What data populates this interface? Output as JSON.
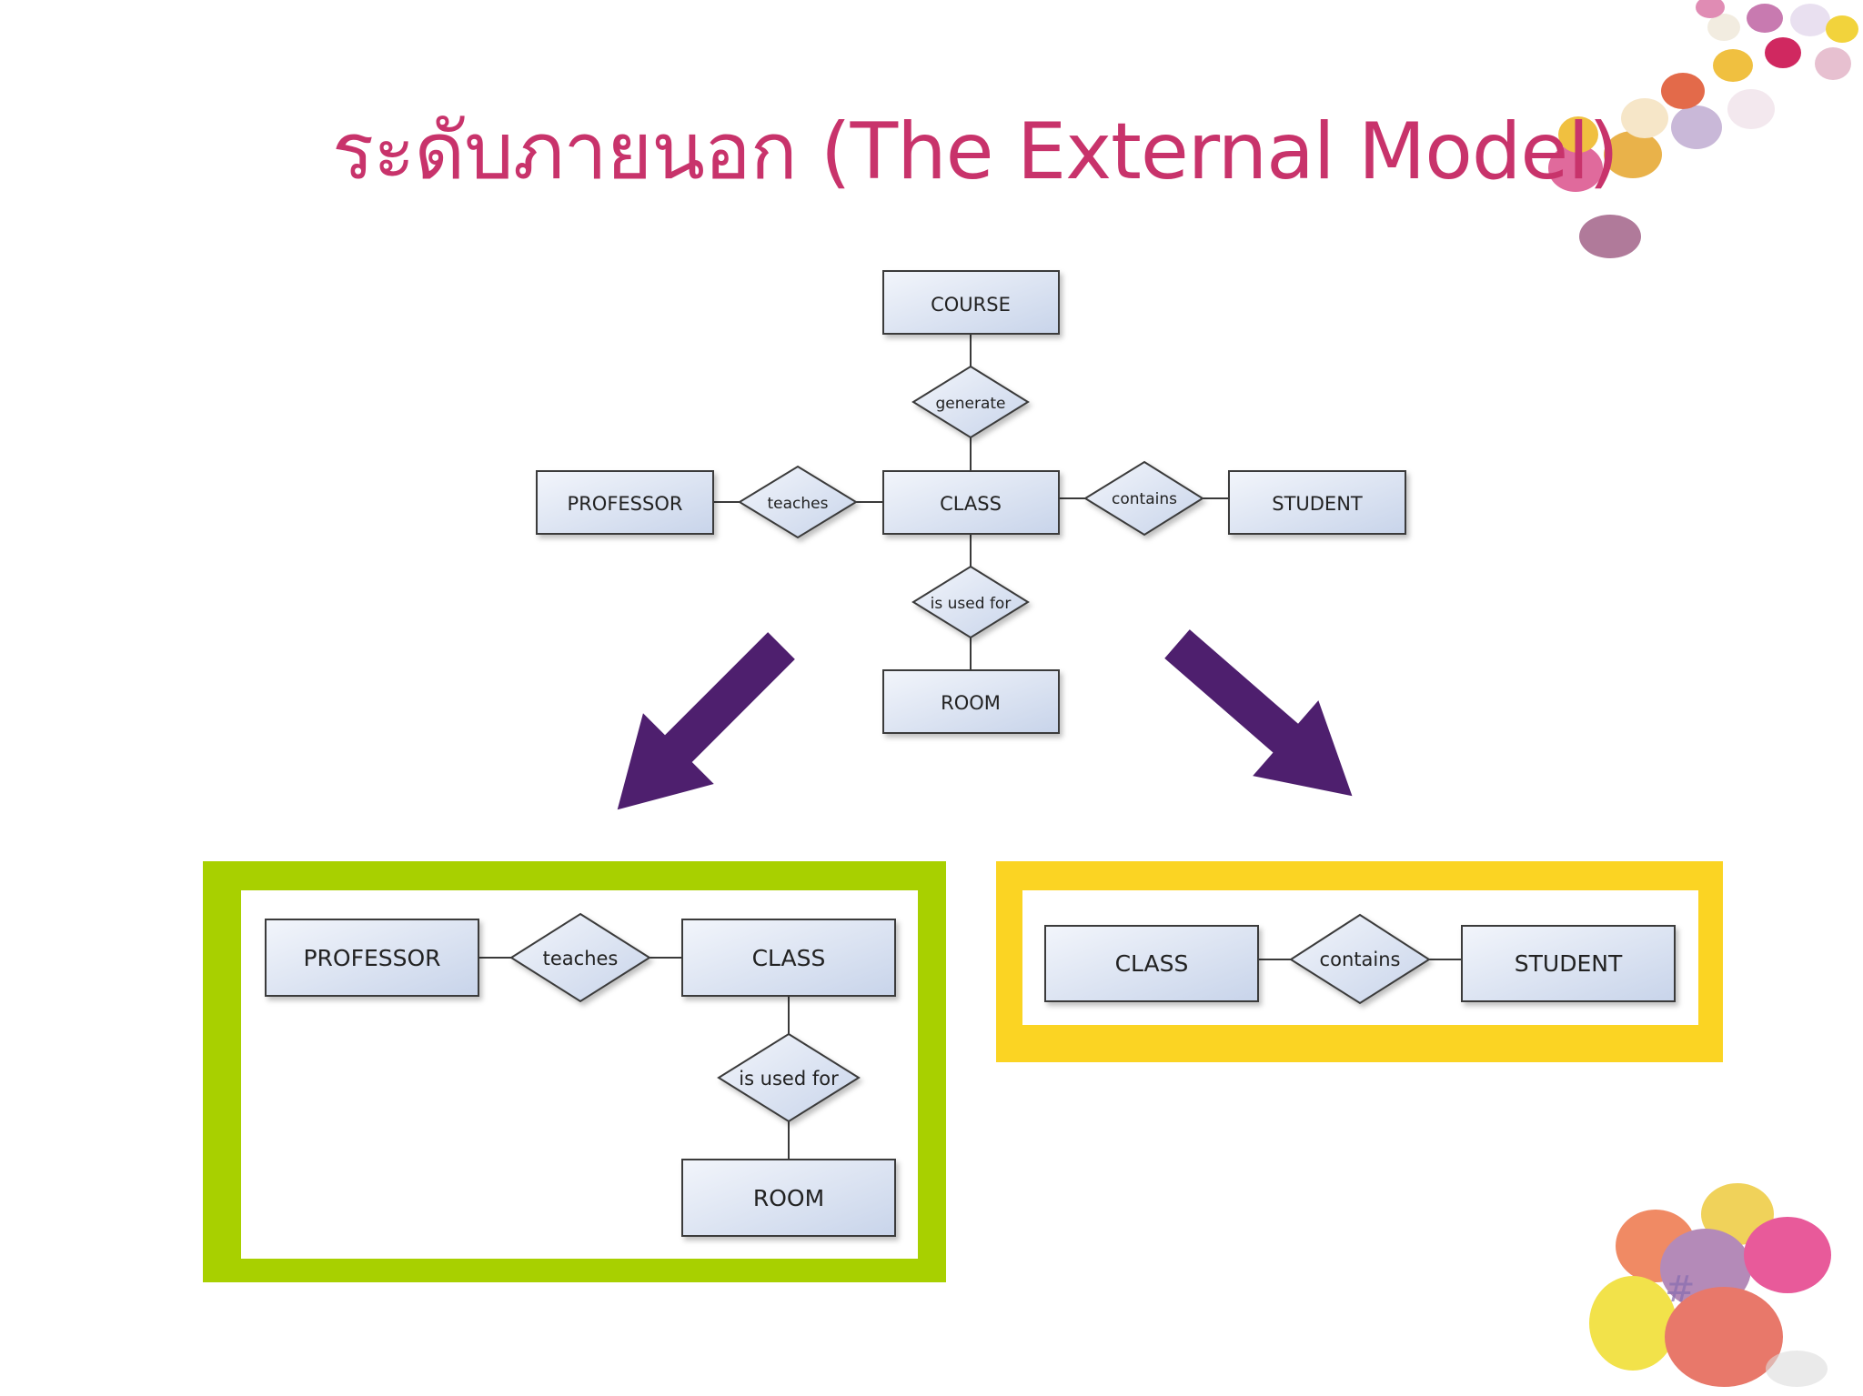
{
  "slide": {
    "title": "ระดับภายนอก (The External Model)",
    "page_number": "#"
  },
  "colors": {
    "title": "#c8336b",
    "arrow": "#4e1f6e",
    "left_frame": "#a8d000",
    "right_frame": "#fbd423",
    "entity_fill_top": "#f2f5fb",
    "entity_fill_bottom": "#c8d4ea",
    "outline": "#3a3a3a"
  },
  "conceptual_model": {
    "entities": {
      "course": "COURSE",
      "professor": "PROFESSOR",
      "class": "CLASS",
      "student": "STUDENT",
      "room": "ROOM"
    },
    "relationships": {
      "generate": "generate",
      "teaches": "teaches",
      "contains": "contains",
      "is_used_for": "is used for"
    }
  },
  "external_view_left": {
    "entities": {
      "professor": "PROFESSOR",
      "class": "CLASS",
      "room": "ROOM"
    },
    "relationships": {
      "teaches": "teaches",
      "is_used_for": "is used for"
    }
  },
  "external_view_right": {
    "entities": {
      "class": "CLASS",
      "student": "STUDENT"
    },
    "relationships": {
      "contains": "contains"
    }
  },
  "decorations": {
    "top_right": "candy-eggs-icon",
    "bottom_right": "candy-eggs-icon"
  }
}
